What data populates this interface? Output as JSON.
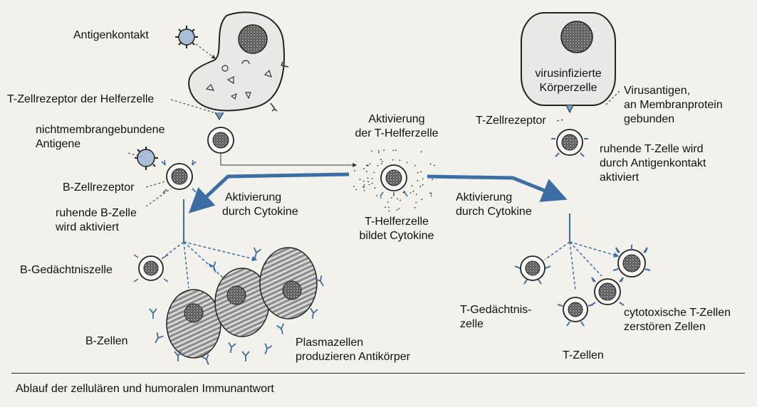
{
  "labels": {
    "antigenkontakt": "Antigenkontakt",
    "tzellrezeptor_helfer": "T-Zellrezeptor der Helferzelle",
    "nichtmembran_1": "nichtmembrangebundene",
    "nichtmembran_2": "Antigene",
    "bzellrezeptor": "B-Zellrezeptor",
    "ruhende_b_1": "ruhende B-Zelle",
    "ruhende_b_2": "wird aktiviert",
    "akt_cyto_left_1": "Aktivierung",
    "akt_cyto_left_2": "durch Cytokine",
    "akt_helfer_1": "Aktivierung",
    "akt_helfer_2": "der T-Helferzelle",
    "thelfer_cyto_1": "T-Helferzelle",
    "thelfer_cyto_2": "bildet Cytokine",
    "akt_cyto_right_1": "Aktivierung",
    "akt_cyto_right_2": "durch Cytokine",
    "virusinf_1": "virusinfizierte",
    "virusinf_2": "Körperzelle",
    "virusantigen_1": "Virusantigen,",
    "virusantigen_2": "an Membranprotein",
    "virusantigen_3": "gebunden",
    "tzellrezeptor": "T-Zellrezeptor",
    "ruhende_t_1": "ruhende T-Zelle wird",
    "ruhende_t_2": "durch Antigenkontakt",
    "ruhende_t_3": "aktiviert",
    "b_gedaechtnis": "B-Gedächtniszelle",
    "b_zellen": "B-Zellen",
    "plasma_1": "Plasmazellen",
    "plasma_2": "produzieren Antikörper",
    "t_gedaechtnis_1": "T-Gedächtnis-",
    "t_gedaechtnis_2": "zelle",
    "cytotox_1": "cytotoxische T-Zellen",
    "cytotox_2": "zerstören Zellen",
    "t_zellen": "T-Zellen"
  },
  "caption": "Ablauf der zellulären und humoralen Immunantwort",
  "colors": {
    "arrow": "#3a6ea5",
    "cell_fill": "#e8e8e4",
    "antigen": "#a8bfd8",
    "nucleus": "#444444",
    "receptor": "#6f9bc7"
  }
}
